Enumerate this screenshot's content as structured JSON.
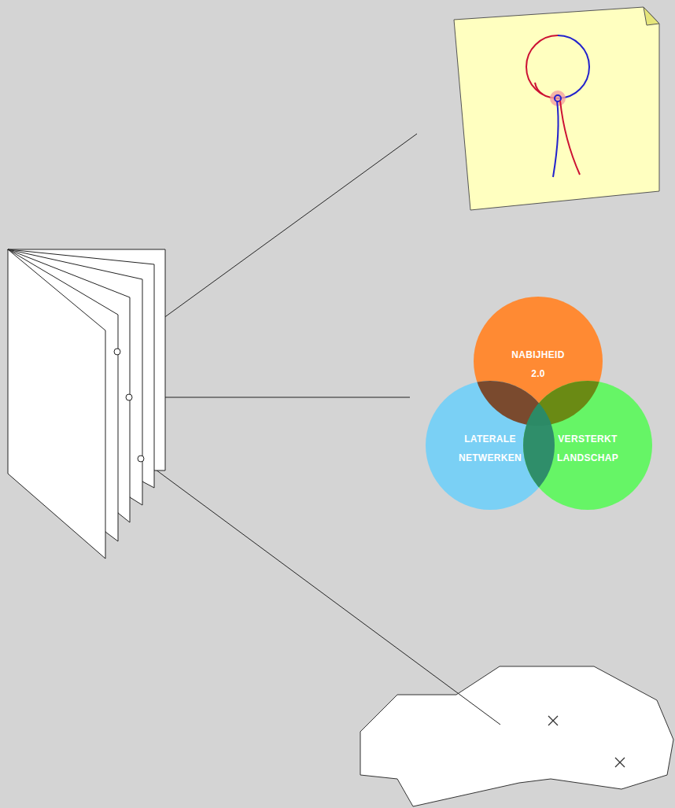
{
  "diagram": {
    "nodes": [
      {
        "text": [
          "NABIJHEID 2.0"
        ]
      },
      {
        "text": [
          "LATERALE NETWERKEN"
        ]
      },
      {
        "text": [
          "VERSTERKT LANDSCHAP"
        ]
      }
    ]
  }
}
